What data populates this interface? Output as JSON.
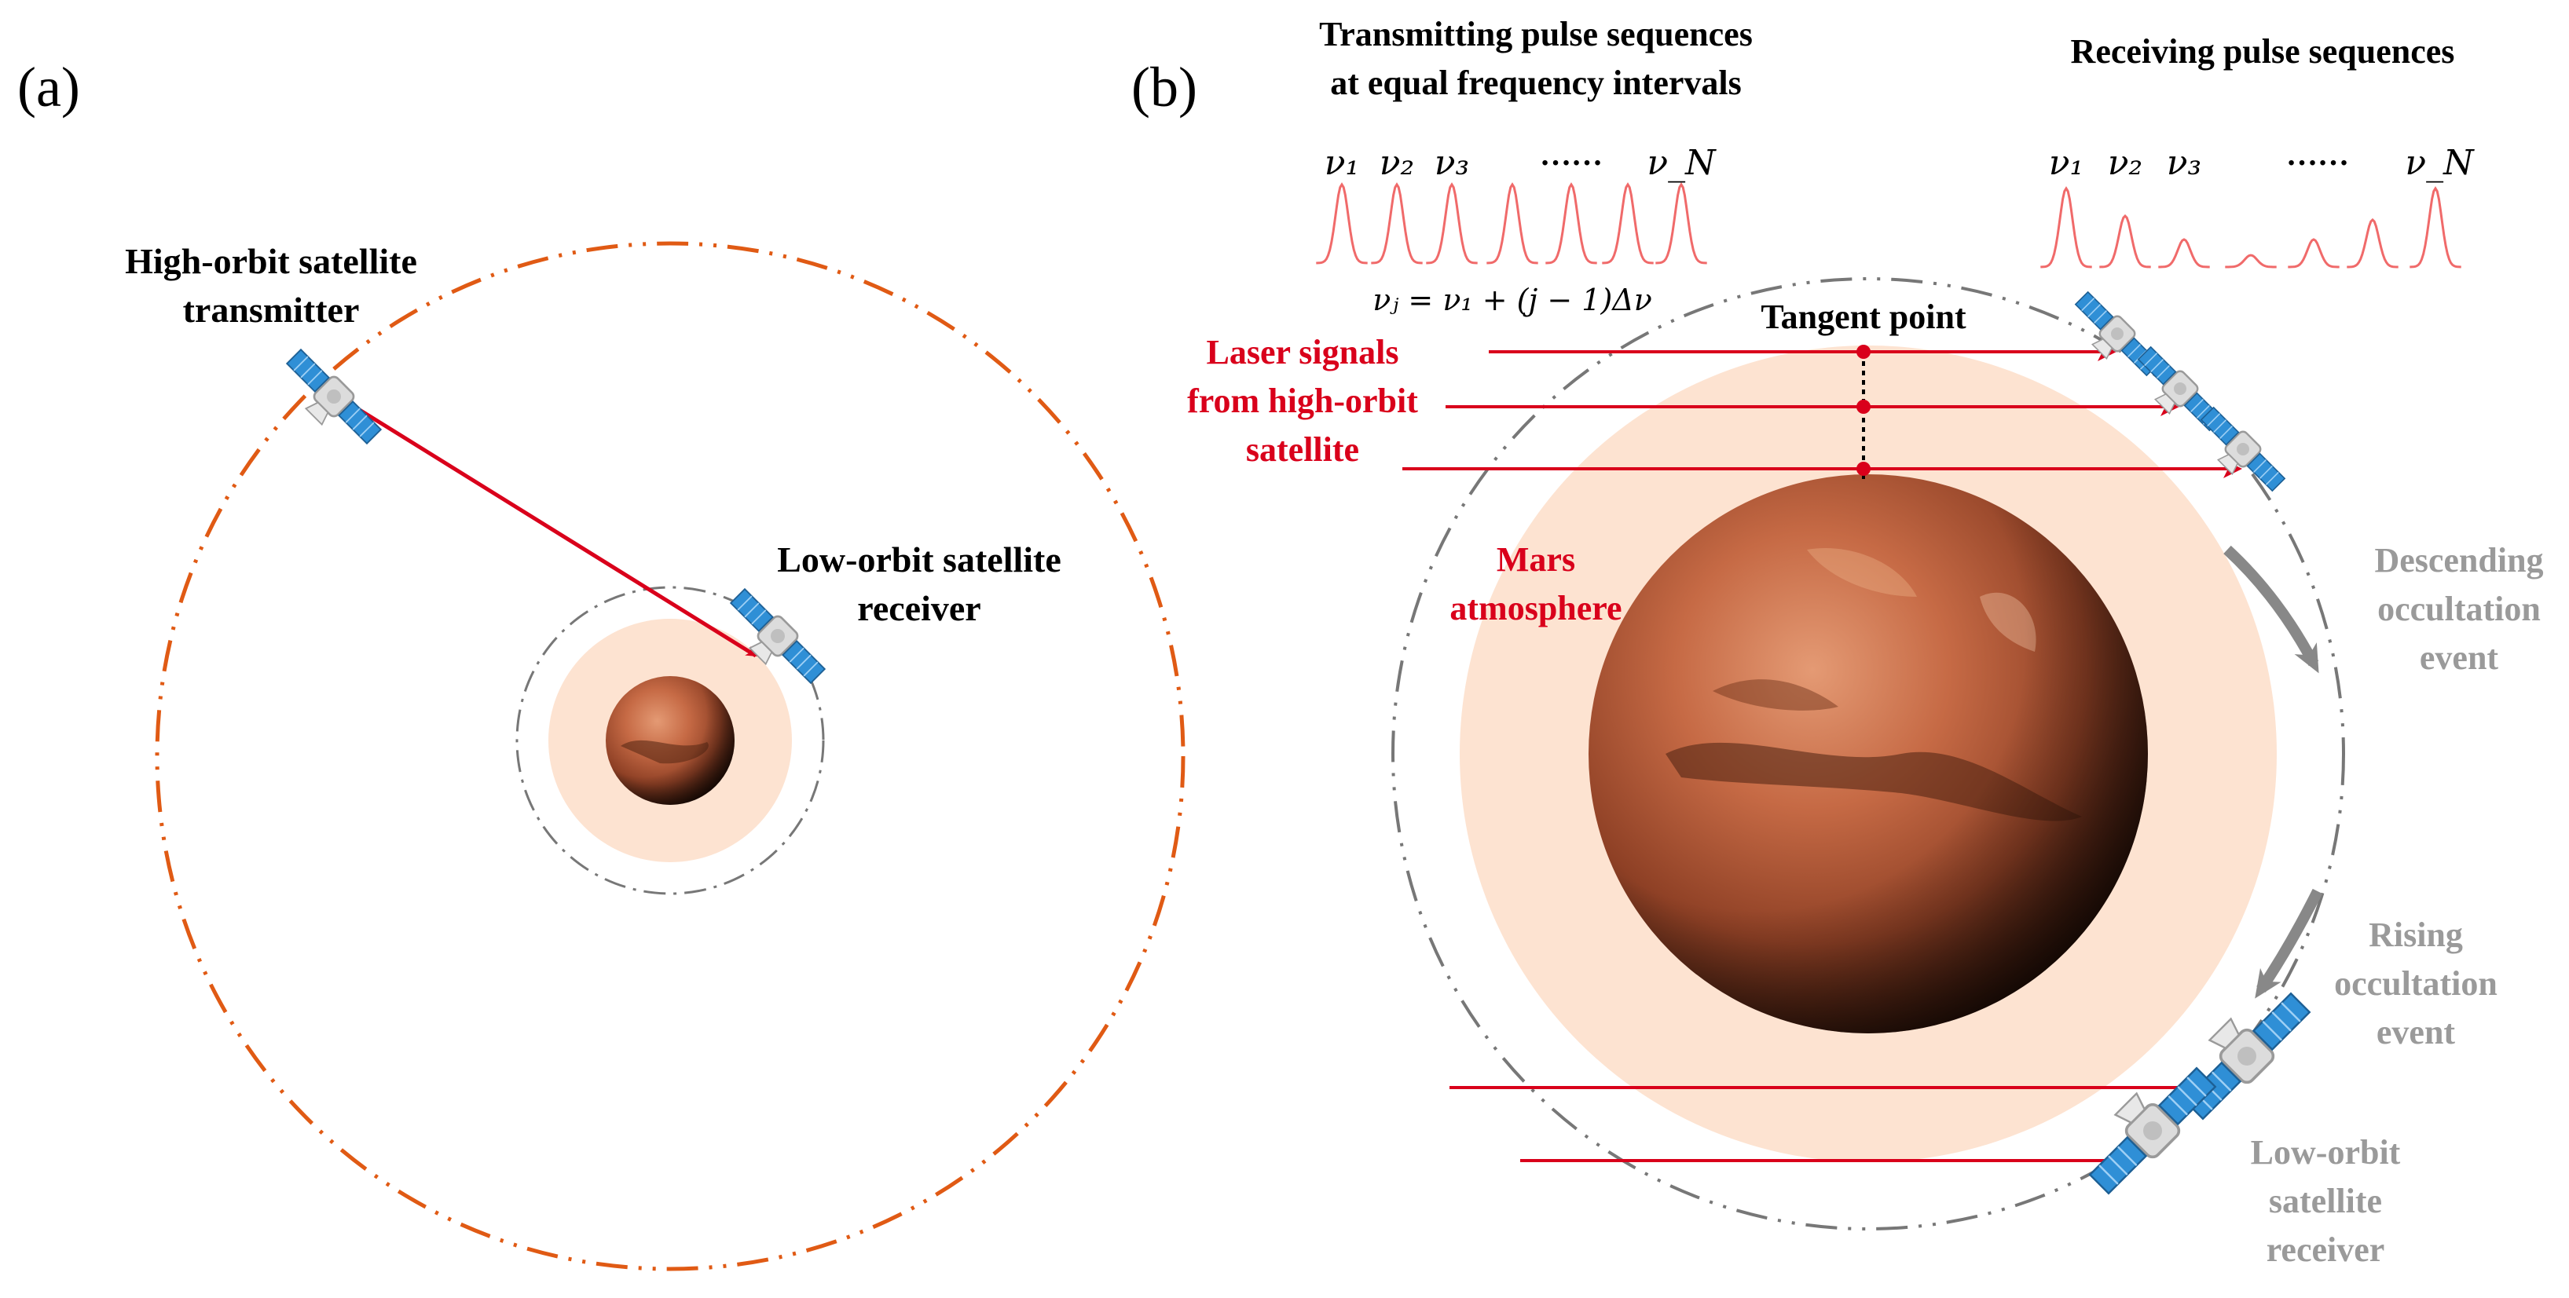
{
  "panel_a": {
    "label": "(a)",
    "transmitter_label_line1": "High-orbit satellite",
    "transmitter_label_line2": "transmitter",
    "receiver_label_line1": "Low-orbit satellite",
    "receiver_label_line2": "receiver"
  },
  "panel_b": {
    "label": "(b)",
    "transmit_title_line1": "Transmitting pulse sequences",
    "transmit_title_line2": "at equal frequency intervals",
    "receive_title": "Receiving pulse sequences",
    "nu1": "ν₁",
    "nu2": "ν₂",
    "nu3": "ν₃",
    "dots": "……",
    "nuN": "ν_N",
    "formula": "νⱼ = ν₁ + (j − 1)Δν",
    "tangent_point": "Tangent point",
    "laser_line1": "Laser signals",
    "laser_line2": "from high-orbit",
    "laser_line3": "satellite",
    "atmosphere_line1": "Mars",
    "atmosphere_line2": "atmosphere",
    "descending_line1": "Descending",
    "descending_line2": "occultation",
    "descending_line3": "event",
    "rising_line1": "Rising",
    "rising_line2": "occultation",
    "rising_line3": "event",
    "receiver_line1": "Low-orbit",
    "receiver_line2": "satellite",
    "receiver_line3": "receiver"
  },
  "colors": {
    "laser_red": "#d9001b",
    "pulse_red": "#f06a6a",
    "orbit_orange": "#e05a14",
    "orbit_gray": "#777777",
    "atmosphere": "#fde3d1",
    "arrow_gray": "#888888",
    "event_text_gray": "#9a9a9a",
    "panel_blue": "#2f8fd6"
  },
  "transmit_pulse_heights": [
    1,
    1,
    1,
    1,
    1,
    1,
    1
  ],
  "receive_pulse_heights": [
    1,
    0.65,
    0.35,
    0.15,
    0.35,
    0.6,
    1
  ]
}
